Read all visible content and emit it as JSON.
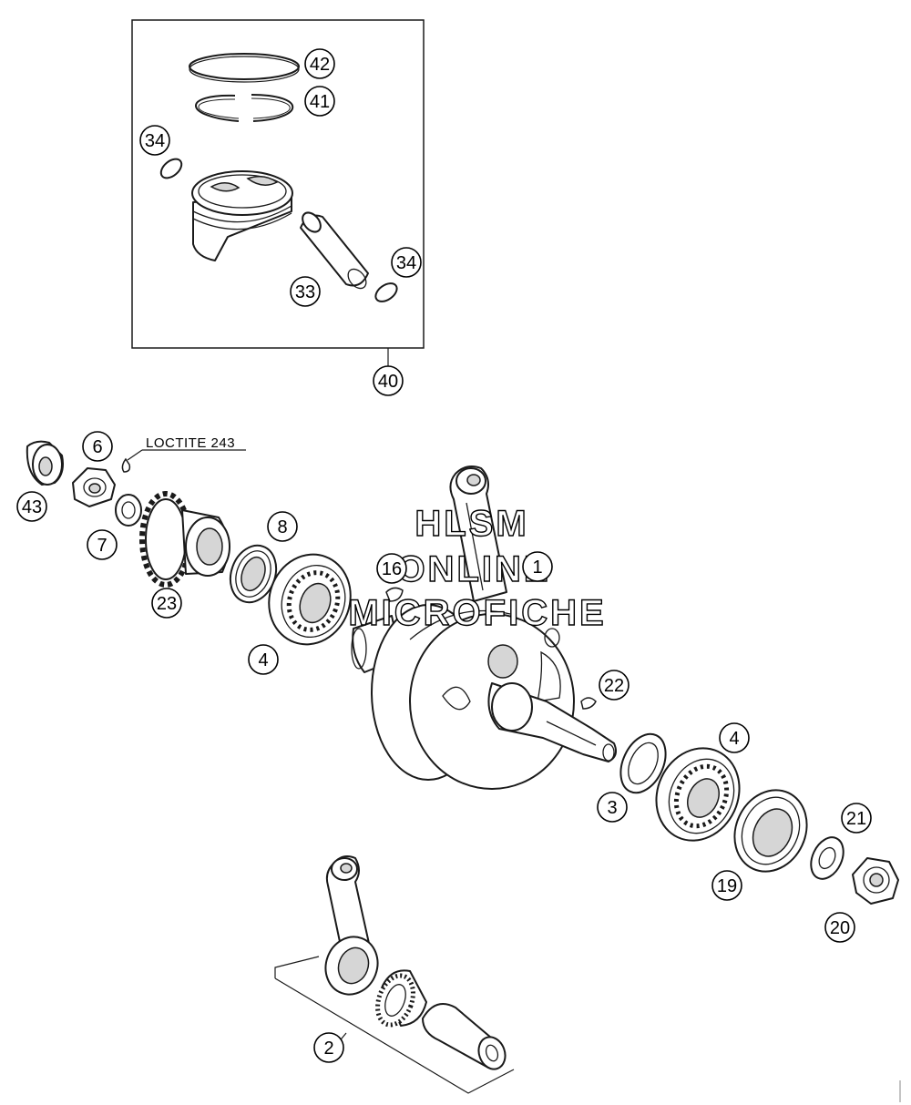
{
  "callouts": [
    {
      "id": "c42",
      "label": "42"
    },
    {
      "id": "c41",
      "label": "41"
    },
    {
      "id": "c34a",
      "label": "34"
    },
    {
      "id": "c34b",
      "label": "34"
    },
    {
      "id": "c33",
      "label": "33"
    },
    {
      "id": "c40",
      "label": "40"
    },
    {
      "id": "c6",
      "label": "6"
    },
    {
      "id": "c43",
      "label": "43"
    },
    {
      "id": "c7",
      "label": "7"
    },
    {
      "id": "c23",
      "label": "23"
    },
    {
      "id": "c8",
      "label": "8"
    },
    {
      "id": "c4a",
      "label": "4"
    },
    {
      "id": "c16",
      "label": "16"
    },
    {
      "id": "c1",
      "label": "1"
    },
    {
      "id": "c22",
      "label": "22"
    },
    {
      "id": "c3",
      "label": "3"
    },
    {
      "id": "c4b",
      "label": "4"
    },
    {
      "id": "c21",
      "label": "21"
    },
    {
      "id": "c19",
      "label": "19"
    },
    {
      "id": "c20",
      "label": "20"
    },
    {
      "id": "c2",
      "label": "2"
    }
  ],
  "note": {
    "text": "LOCTITE 243"
  },
  "watermark": {
    "line1": "HLSM",
    "line2": "ONLINE",
    "line3": "MICROFICHE"
  }
}
